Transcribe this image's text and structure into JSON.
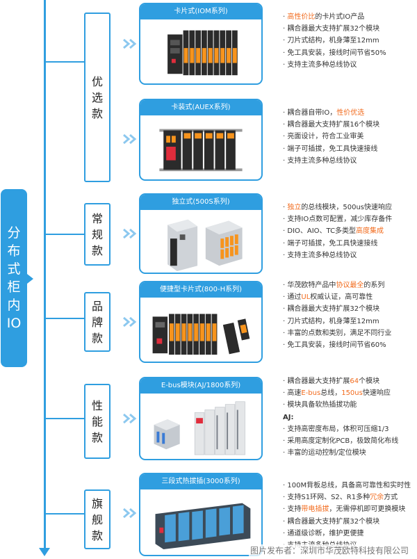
{
  "main_label": "分布式柜内IO",
  "categories": [
    "优选款",
    "常规款",
    "品牌款",
    "性能款",
    "旗舰款"
  ],
  "products": [
    {
      "title": "卡片式(IOM系列)"
    },
    {
      "title": "卡装式(AUEX系列)"
    },
    {
      "title": "独立式(500S系列)"
    },
    {
      "title": "便捷型卡片式(800-H系列)"
    },
    {
      "title": "E-bus模块(AJ/1800系列)"
    },
    {
      "title": "三段式热拔插(3000系列)"
    }
  ],
  "features": [
    {
      "p1_hl": "高性价比",
      "p1_rest": "的卡片式IO产品",
      "l2": "耦合器最大支持扩展32个模块",
      "l3": "刀片式结构，机身薄至12mm",
      "l4": "免工具安装，接线时间节省50%",
      "l5": "支持主流多种总线协议"
    },
    {
      "p1_pre": "耦合器自带IO，",
      "p1_hl": "性价优选",
      "l2": "耦合器最大支持扩展16个模块",
      "l3": "亮面设计，符合工业审美",
      "l4": "端子可插拔，免工具快速接线",
      "l5": "支持主流多种总线协议"
    },
    {
      "p1_hl": "独立",
      "p1_rest": "的总线模块，500us快速响应",
      "l2": "支持IO点数可配置，减少库存备件",
      "l3_pre": "DIO、AIO、TC多类型",
      "l3_hl": "高度集成",
      "l4": "端子可插拔，免工具快速接线",
      "l5": "支持主流多种总线协议"
    },
    {
      "p1_pre": "华茂欧特产品中",
      "p1_hl": "协议最全",
      "p1_rest": "的系列",
      "l2_pre": "通过",
      "l2_hl": "UL",
      "l2_rest": "权威认证，高可靠性",
      "l3": "耦合器最大支持扩展32个模块",
      "l4": "刀片式结构，机身薄至12mm",
      "l5": "丰富的点数和类别，满足不同行业",
      "l6": "免工具安装，接线时间节省60%"
    },
    {
      "p1_pre": "耦合器最大支持扩展",
      "p1_hl": "64",
      "p1_rest": "个模块",
      "l2_pre": "高速",
      "l2_hl": "E-bus",
      "l2_mid": "总线，",
      "l2_hl2": "150us",
      "l2_rest": "快速响应",
      "l3": "模块具备软热插拔功能",
      "aj": "AJ:",
      "l5": "支持高密度布局，体积可压缩1/3",
      "l6": "采用高度定制化PCB，极致简化布线",
      "l7": "丰富的运动控制/定位模块"
    },
    {
      "l1": "100M背板总线，具备高可靠性和实时性",
      "l2_pre": "支持S1环网、S2、R1多种",
      "l2_hl": "冗余",
      "l2_rest": "方式",
      "l3_pre": "支持",
      "l3_hl": "带电插拔",
      "l3_rest": "，无需停机即可更换模块",
      "l4": "耦合器最大支持扩展32个模块",
      "l5": "通道级诊断，维护更便捷",
      "l6": "支持主流多种总线协议"
    }
  ],
  "bullet": "·",
  "watermark": "图片发布者：深圳市华茂欧特科技有限公司",
  "colors": {
    "accent": "#2f9ee0",
    "highlight": "#f26b1d",
    "module_orange": "#f7941d",
    "module_dark": "#2b2b2b"
  }
}
